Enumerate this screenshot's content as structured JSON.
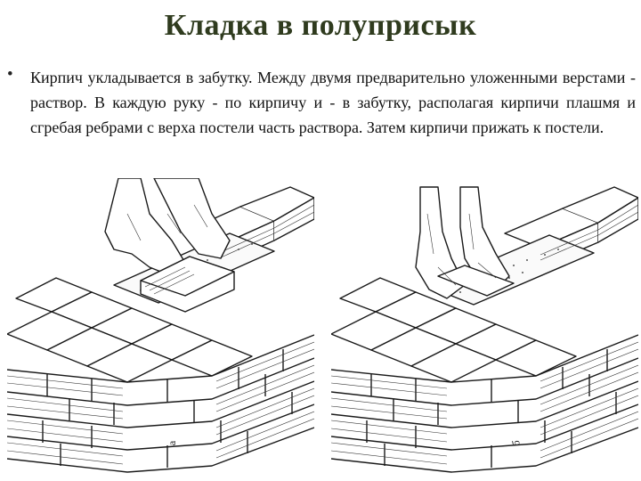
{
  "slide": {
    "title": "Кладка в полуприсык",
    "bullet_symbol": "•",
    "bullet_text": "Кирпич укладывается в забутку. Между двумя предварительно уложенными верстами - раствор. В каждую руку - по кирпичу и - в забутку, располагая кирпичи плашмя и сгребая ребрами с верха постели часть раствора. Затем кирпичи прижать к постели."
  },
  "figures": {
    "left": {
      "label": "а"
    },
    "right": {
      "label": "б"
    }
  }
}
